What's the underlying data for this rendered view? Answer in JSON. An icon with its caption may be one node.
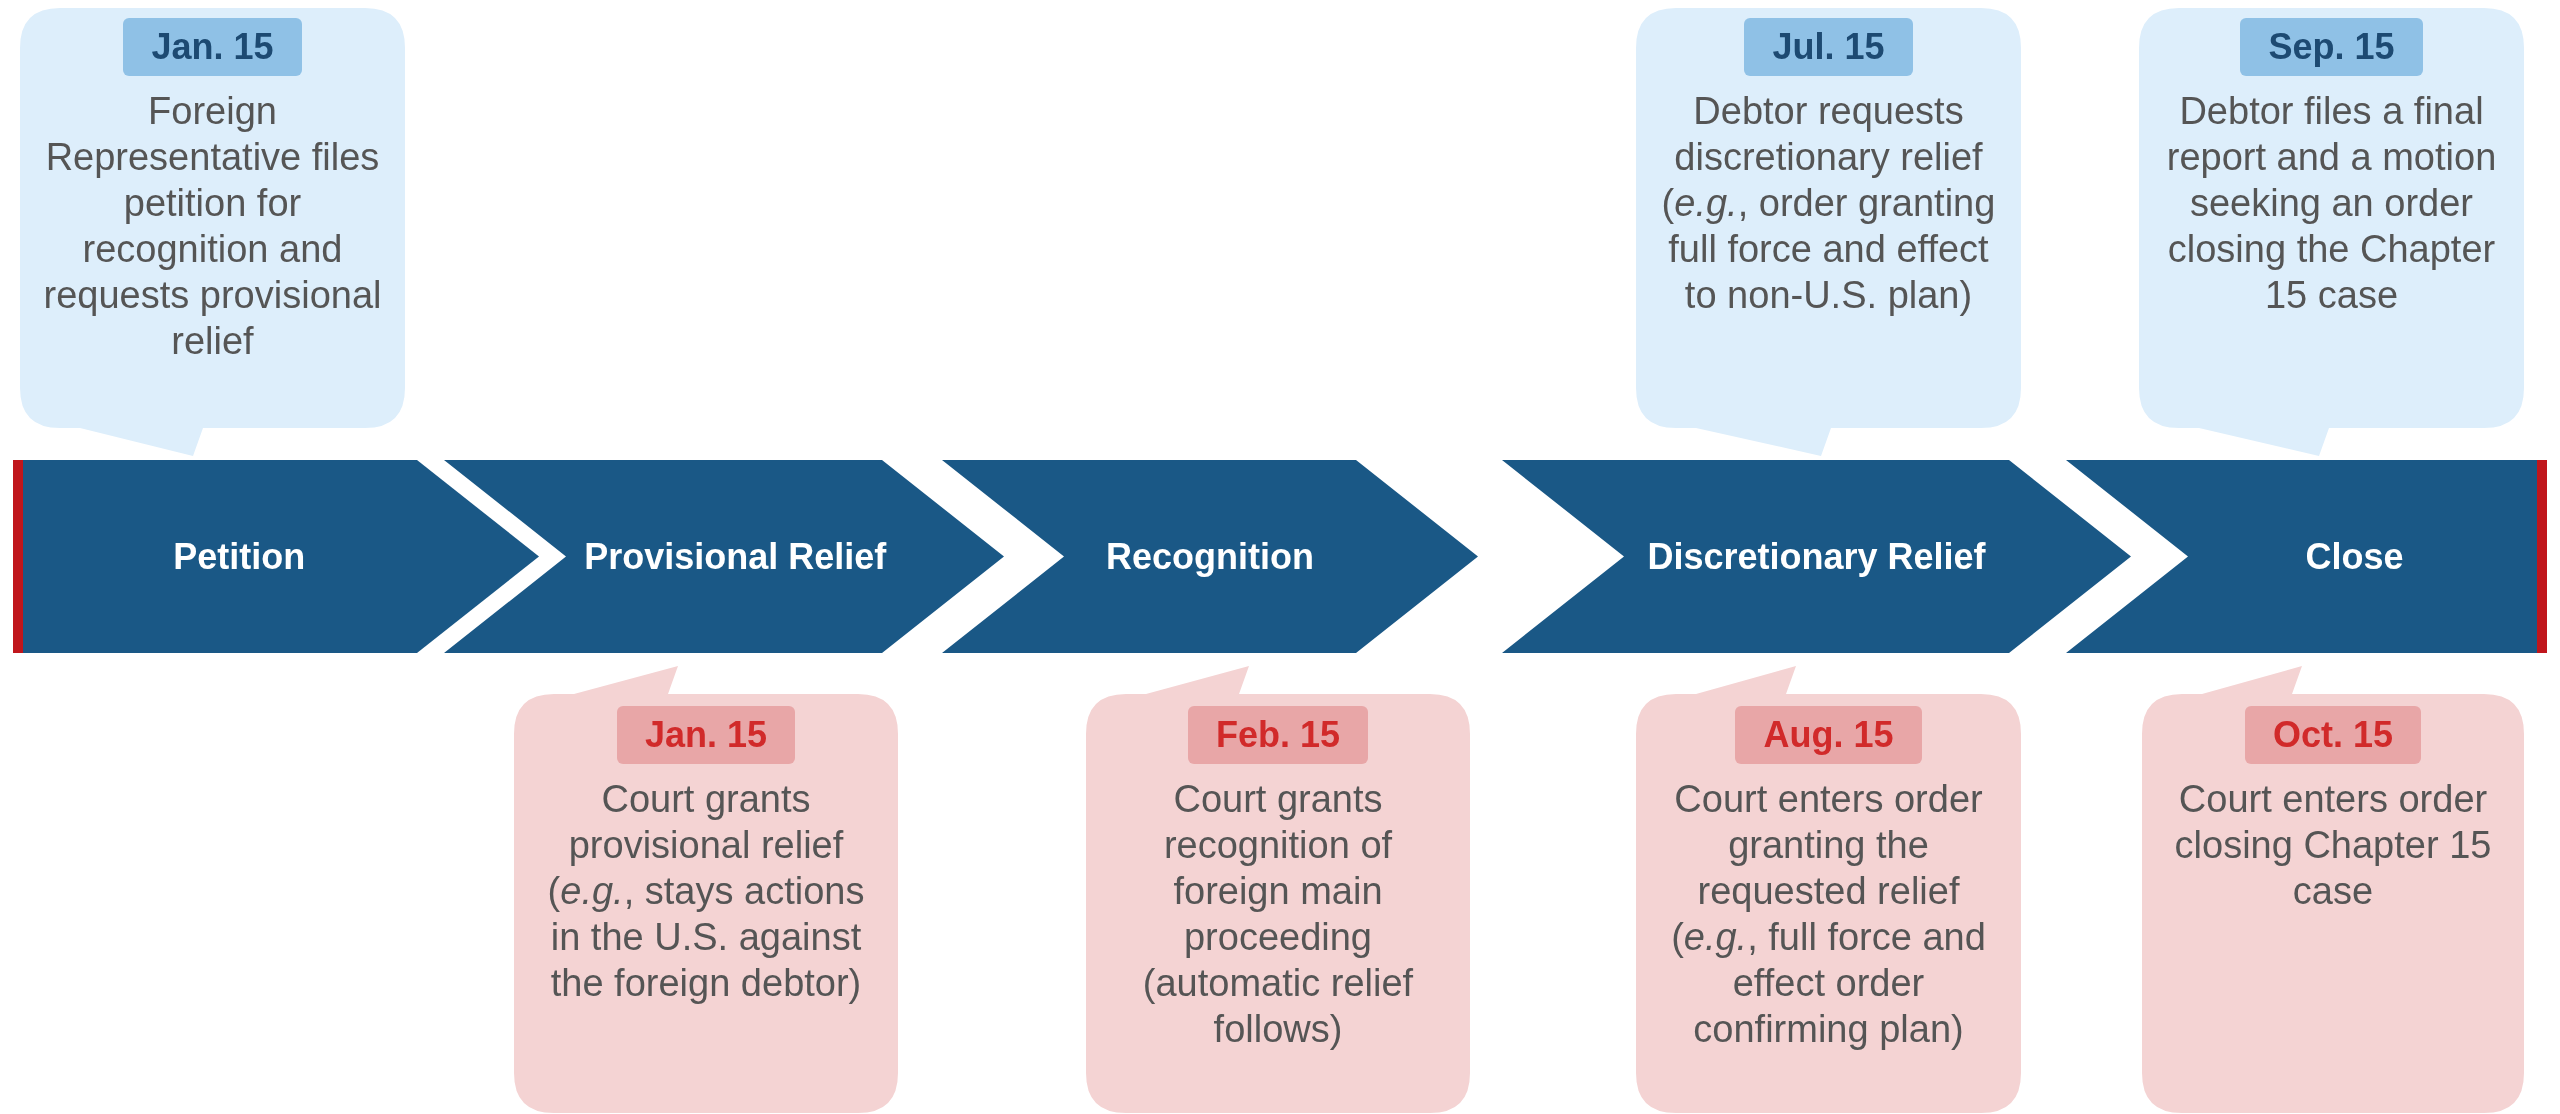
{
  "diagram": {
    "nodes": [
      {
        "text": [
          "Petition"
        ]
      },
      {
        "text": [
          "Provisional Relief"
        ]
      },
      {
        "text": [
          "Recognition"
        ]
      },
      {
        "text": [
          "Discretionary Relief"
        ]
      },
      {
        "text": [
          "Close"
        ]
      },
      {
        "text": [
          "Jan. 15",
          "Foreign Representative files petition for recognition and requests provisional relief"
        ]
      },
      {
        "text": [
          "Jul. 15",
          "Debtor requests discretionary relief (*e.g.*, order granting full force and effect to non-U.S. plan)"
        ]
      },
      {
        "text": [
          "Sep. 15",
          "Debtor files a final report and a motion seeking an order closing the Chapter 15 case"
        ]
      },
      {
        "text": [
          "Jan. 15",
          "Court grants provisional relief (*e.g.*, stays actions in the U.S. against the foreign debtor)"
        ]
      },
      {
        "text": [
          "Feb. 15",
          "Court grants recognition of foreign main proceeding (automatic relief follows)"
        ]
      },
      {
        "text": [
          "Aug. 15",
          "Court enters order granting the requested relief (*e.g.*, full force and effect order confirming plan)"
        ]
      },
      {
        "text": [
          "Oct. 15",
          "Court enters order closing Chapter 15 case"
        ]
      }
    ]
  }
}
